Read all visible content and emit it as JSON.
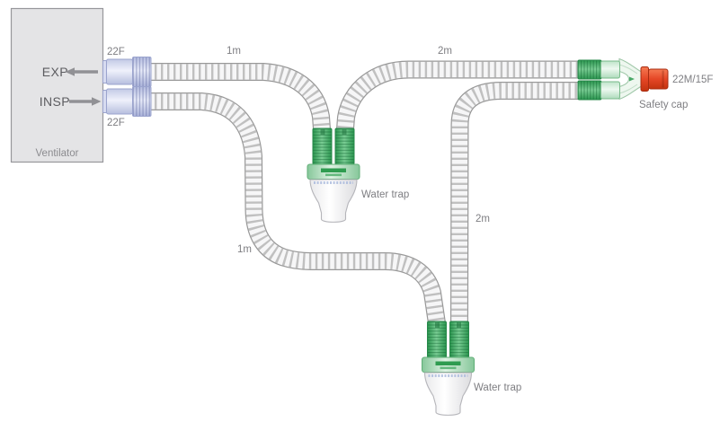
{
  "ventilator": {
    "label": "Ventilator",
    "exp": "EXP",
    "insp": "INSP"
  },
  "connectors": {
    "exp_size": "22F",
    "insp_size": "22F",
    "patient": "22M/15F",
    "safety_cap": "Safety cap"
  },
  "tubes": {
    "exp_limb": "1m",
    "exp_extension": "2m",
    "insp_limb": "1m",
    "insp_extension": "2m"
  },
  "water_traps": {
    "expiratory": "Water trap",
    "inspiratory": "Water trap"
  },
  "colors": {
    "connector_green": "#2f9c50",
    "safety_cap_red": "#e54726",
    "machine_connector_lavender": "#c3cae6",
    "tube_gray": "#989898",
    "label_text": "#7e7e82",
    "ventilator_box": "#e4e4e6"
  }
}
